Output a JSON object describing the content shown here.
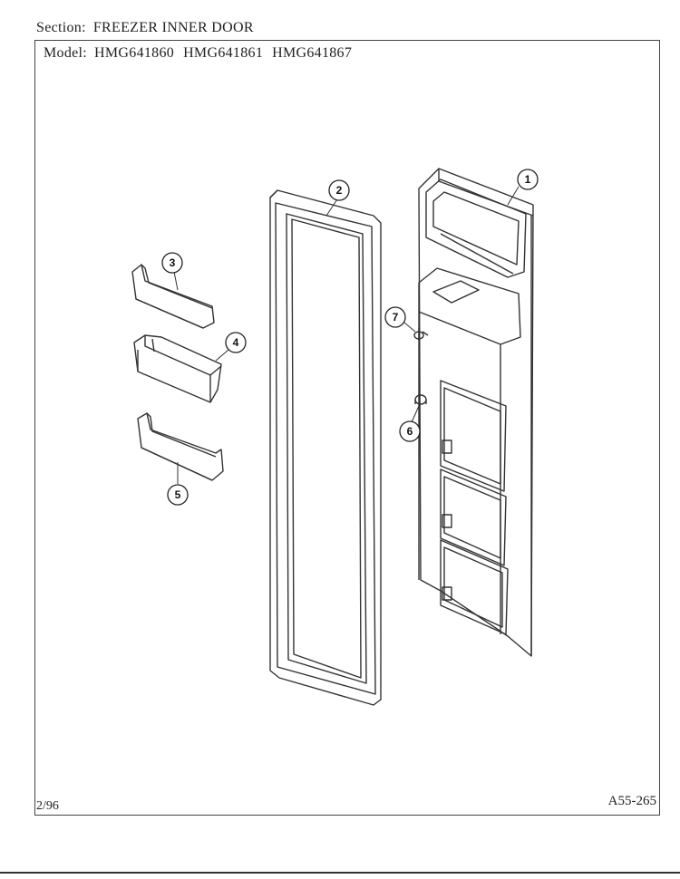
{
  "header": {
    "section_label": "Section:",
    "section_value": "FREEZER INNER DOOR",
    "model_label": "Model:",
    "models": [
      "HMG641860",
      "HMG641861",
      "HMG641867"
    ]
  },
  "footer": {
    "date_code": "2/96",
    "drawing_number": "A55-265"
  },
  "callouts": [
    "1",
    "2",
    "3",
    "4",
    "5",
    "6",
    "7"
  ]
}
